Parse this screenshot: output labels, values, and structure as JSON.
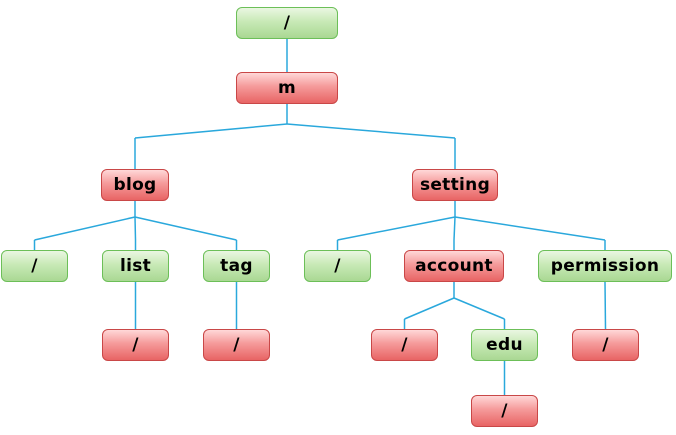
{
  "colors": {
    "edge": "#2aa8dc",
    "green_node": "#b7e0a4",
    "red_node": "#f08080"
  },
  "tree": {
    "root": {
      "label": "/",
      "status": "green"
    },
    "m": {
      "label": "m",
      "status": "red"
    },
    "blog": {
      "label": "blog",
      "status": "red"
    },
    "setting": {
      "label": "setting",
      "status": "red"
    },
    "blog_slash": {
      "label": "/",
      "status": "green"
    },
    "blog_list": {
      "label": "list",
      "status": "green"
    },
    "blog_tag": {
      "label": "tag",
      "status": "green"
    },
    "setting_slash": {
      "label": "/",
      "status": "green"
    },
    "setting_account": {
      "label": "account",
      "status": "red"
    },
    "setting_permission": {
      "label": "permission",
      "status": "green"
    },
    "list_slash": {
      "label": "/",
      "status": "red"
    },
    "tag_slash": {
      "label": "/",
      "status": "red"
    },
    "account_slash": {
      "label": "/",
      "status": "red"
    },
    "account_edu": {
      "label": "edu",
      "status": "green"
    },
    "permission_slash": {
      "label": "/",
      "status": "red"
    },
    "edu_slash": {
      "label": "/",
      "status": "red"
    }
  }
}
